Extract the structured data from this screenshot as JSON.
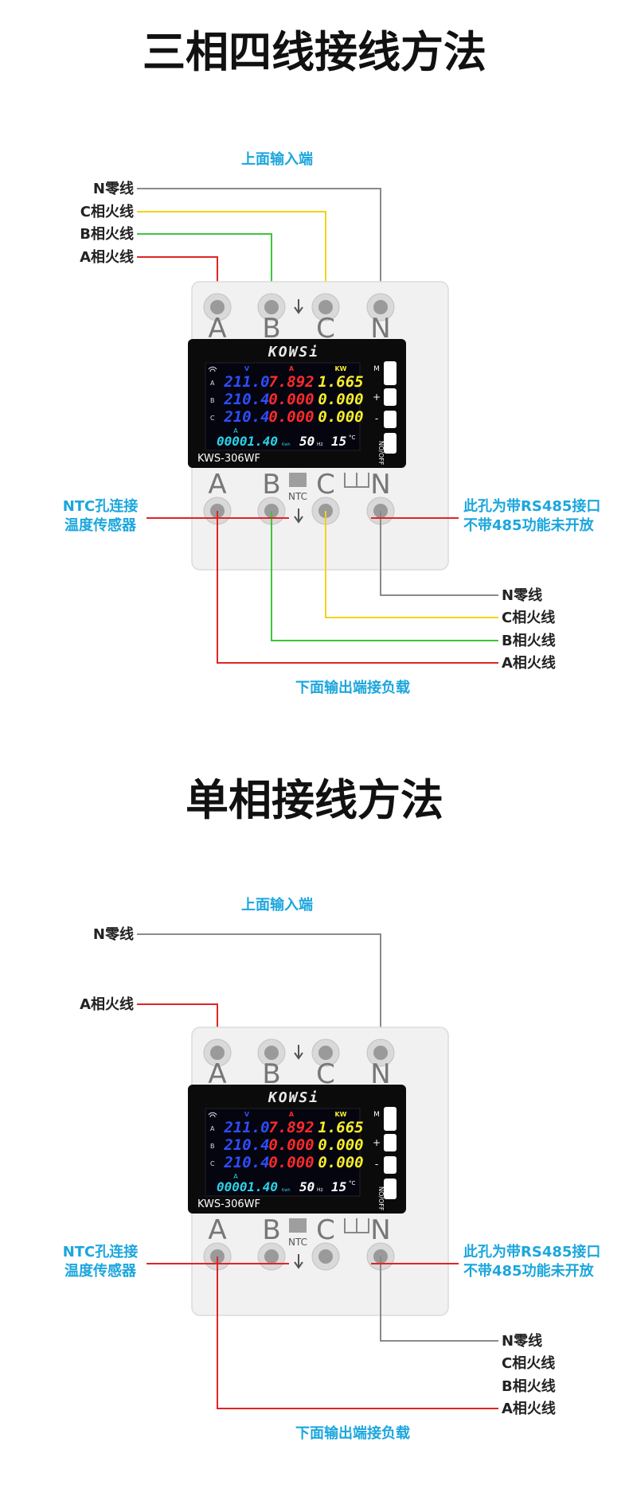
{
  "sections": [
    {
      "title": "三相四线接线方法",
      "top_label": "上面输入端",
      "top_wires": [
        "N零线",
        "C相火线",
        "B相火线",
        "A相火线"
      ],
      "bottom_wires": [
        "N零线",
        "C相火线",
        "B相火线",
        "A相火线"
      ],
      "bottom_label": "下面输出端接负载",
      "left_note": [
        "NTC孔连接",
        "温度传感器"
      ],
      "right_note": [
        "此孔为带RS485接口",
        "不带485功能未开放"
      ]
    },
    {
      "title": "单相接线方法",
      "top_label": "上面输入端",
      "top_wires": [
        "N零线",
        "A相火线"
      ],
      "bottom_wires": [
        "N零线",
        "C相火线",
        "B相火线",
        "A相火线"
      ],
      "bottom_label": "下面输出端接负载",
      "left_note": [
        "NTC孔连接",
        "温度传感器"
      ],
      "right_note": [
        "此孔为带RS485接口",
        "不带485功能未开放"
      ]
    }
  ],
  "device": {
    "brand": "KOWSi",
    "model": "KWS-306WF",
    "terminals": [
      "A",
      "B",
      "C",
      "N"
    ],
    "ntc_label": "NTC",
    "buttons": [
      "M",
      "+",
      "-",
      "NO/OFF"
    ],
    "display": {
      "col_headers": [
        "V",
        "A",
        "KW"
      ],
      "row_labels": [
        "A",
        "B",
        "C"
      ],
      "voltage": [
        "211.0",
        "210.4",
        "210.4"
      ],
      "current": [
        "7.892",
        "0.000",
        "0.000"
      ],
      "power": [
        "1.665",
        "0.000",
        "0.000"
      ],
      "energy_header": "A",
      "energy": "00001.40",
      "energy_unit": "Kwh",
      "frequency": "50",
      "frequency_unit": "Hz",
      "temperature": "15",
      "temperature_unit": "°C"
    }
  },
  "colors": {
    "wire_n": "#8a8a8a",
    "wire_c": "#f2d21b",
    "wire_b": "#3ec43e",
    "wire_a": "#e02424",
    "accent": "#1ba6dd",
    "voltage": "#2f4dff",
    "current": "#ff2a2a",
    "power": "#f7ee2a",
    "energy": "#29d3e8"
  }
}
